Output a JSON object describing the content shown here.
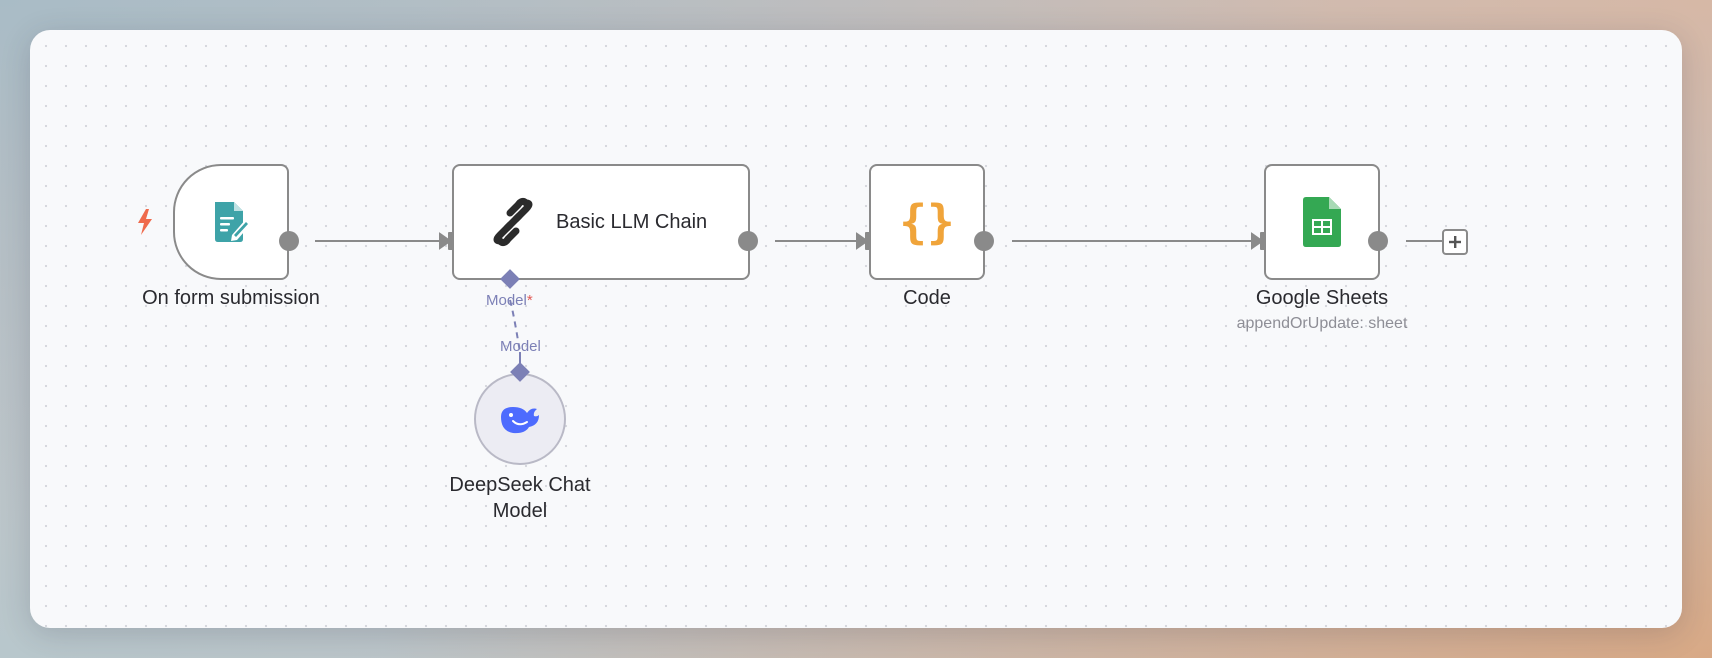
{
  "workflow": {
    "nodes": {
      "form_trigger": {
        "label": "On form submission",
        "icon": "form-pen-icon"
      },
      "llm_chain": {
        "label": "Basic LLM Chain",
        "icon": "chain-link-icon",
        "port_label": "Model",
        "port_required": "*"
      },
      "code": {
        "label": "Code",
        "icon": "curly-braces-icon",
        "glyph": "{}"
      },
      "sheets": {
        "label": "Google Sheets",
        "subtitle": "appendOrUpdate: sheet",
        "icon": "google-sheets-icon"
      },
      "deepseek": {
        "label_line1": "DeepSeek Chat",
        "label_line2": "Model",
        "port_label": "Model",
        "icon": "deepseek-whale-icon"
      }
    },
    "colors": {
      "trigger": "#ef6a4c",
      "form_icon": "#3ea3a8",
      "code_braces": "#f0a43a",
      "sheets_green": "#34a853",
      "deepseek_blue": "#4d6bfe",
      "model_connection": "#7c80b6",
      "edge": "#8a8a8a"
    }
  }
}
